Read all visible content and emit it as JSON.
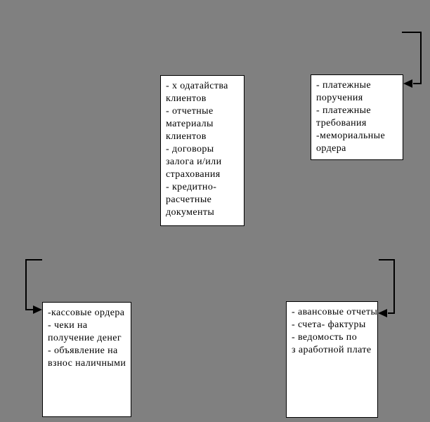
{
  "style": {
    "background": "#808080",
    "box_fill": "#ffffff",
    "box_border": "#000000",
    "connector_color": "#000000",
    "text_color": "#000000"
  },
  "boxes": [
    {
      "name": "client-credit-documents",
      "text": "- х одатайства\nклиентов\n- отчетные\nматериалы\nклиентов\n- договоры\nзалога и/или\nстрахования\n- кредитно-\nрасчетные\nдокументы"
    },
    {
      "name": "payment-documents",
      "text": "- платежные\nпоручения\n- платежные\nтребования\n-мемориальные\nордера"
    },
    {
      "name": "cash-documents",
      "text": "-кассовые ордера\n- чеки на\nполучение денег\n- объявление на\nвзнос наличными"
    },
    {
      "name": "advance-report-documents",
      "text": "- авансовые отчеты\n- счета- фактуры\n- ведомость по\nз аработной плате"
    }
  ]
}
